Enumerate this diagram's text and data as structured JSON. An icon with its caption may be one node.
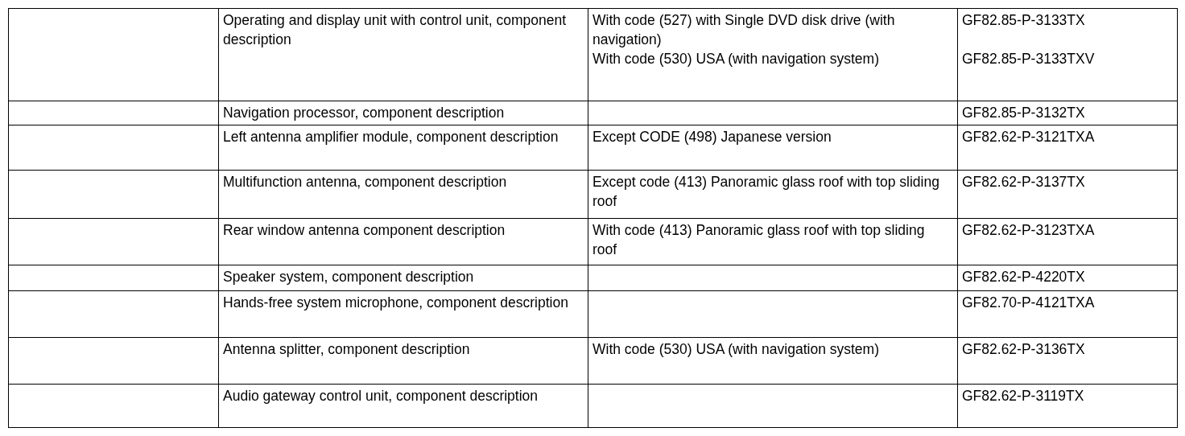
{
  "diagram": {
    "labels": [
      "Operating and display unit with control unit, component description",
      "With code (527) with Single DVD disk drive (with navigation)",
      "GF82.85-P-3133TX",
      "With code (530) USA (with navigation system)",
      "GF82.85-P-3133TXV",
      "Navigation processor, component description",
      "GF82.85-P-3132TX",
      "Left antenna amplifier module, component description",
      "Except CODE (498) Japanese version",
      "GF82.62-P-3121TXA",
      "Multifunction antenna, component description",
      "Except code (413) Panoramic glass roof with top sliding roof",
      "GF82.62-P-3137TX",
      "Rear window antenna component description",
      "With code (413) Panoramic glass roof with top sliding roof",
      "GF82.62-P-3123TXA",
      "Speaker system, component description",
      "GF82.62-P-4220TX",
      "Hands-free system microphone, component description",
      "GF82.70-P-4121TXA",
      "Antenna splitter, component description",
      "With code (530) USA (with navigation system)",
      "GF82.62-P-3136TX",
      "Audio gateway control unit, component description",
      "GF82.62-P-3119TX"
    ]
  }
}
